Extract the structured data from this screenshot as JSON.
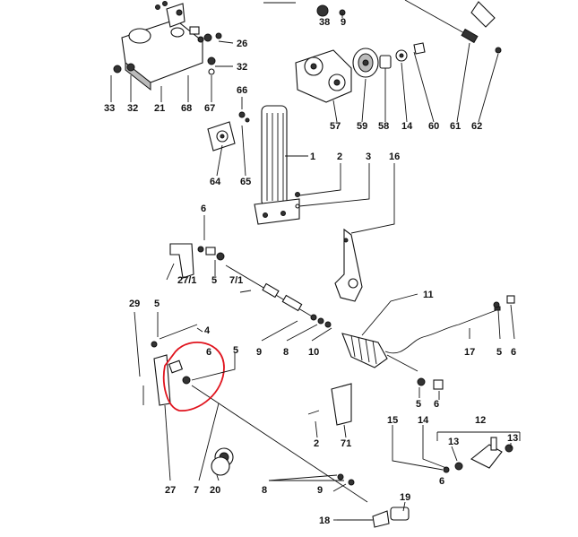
{
  "diagram": {
    "highlight_color": "#e0141e",
    "labels": [
      "38",
      "9",
      "26",
      "32",
      "33",
      "32",
      "21",
      "68",
      "67",
      "66",
      "57",
      "59",
      "58",
      "14",
      "60",
      "61",
      "62",
      "1",
      "2",
      "3",
      "16",
      "64",
      "65",
      "6",
      "5",
      "27/1",
      "7/1",
      "29",
      "5",
      "4",
      "6",
      "5",
      "11",
      "9",
      "8",
      "10",
      "17",
      "5",
      "6",
      "5",
      "6",
      "2",
      "71",
      "15",
      "14",
      "12",
      "13",
      "6",
      "13",
      "27",
      "7",
      "20",
      "8",
      "9",
      "19",
      "18"
    ]
  }
}
